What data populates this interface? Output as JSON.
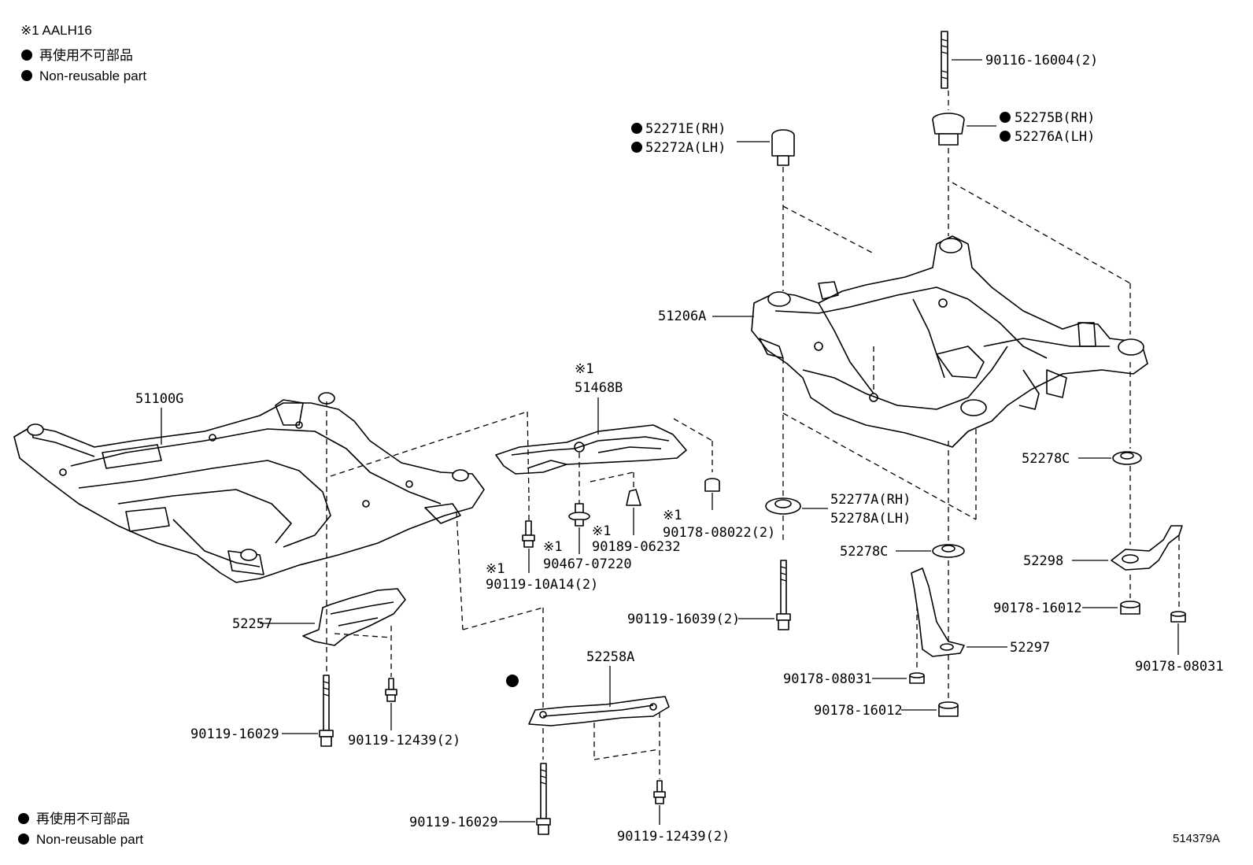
{
  "notes": {
    "aalh": "※1 AALH16",
    "non_reusable_jp": "再使用不可部品",
    "non_reusable_en": "Non-reusable part",
    "bullet": "●",
    "ref_mark": "※1"
  },
  "labels": {
    "p90116_16004": "90116-16004(2)",
    "p52275B": "52275B(RH)",
    "p52276A": "52276A(LH)",
    "p52271E": "52271E(RH)",
    "p52272A": "52272A(LH)",
    "p51206A": "51206A",
    "p51100G": "51100G",
    "p51468B": "51468B",
    "p52278C_a": "52278C",
    "p52277A": "52277A(RH)",
    "p52278A": "52278A(LH)",
    "p52278C_b": "52278C",
    "p52298": "52298",
    "p90178_08022": "90178-08022(2)",
    "p90189_06232": "90189-06232",
    "p90467_07220": "90467-07220",
    "p90119_10A14": "90119-10A14(2)",
    "p52257": "52257",
    "p90119_16039": "90119-16039(2)",
    "p90178_16012_a": "90178-16012",
    "p52297": "52297",
    "p90178_08031_a": "90178-08031",
    "p90178_08031_b": "90178-08031",
    "p52258A": "52258A",
    "p90178_16012_b": "90178-16012",
    "p90119_16029_a": "90119-16029",
    "p90119_12439_a": "90119-12439(2)",
    "p90119_16029_b": "90119-16029",
    "p90119_12439_b": "90119-12439(2)"
  },
  "illustration_code": "514379A"
}
